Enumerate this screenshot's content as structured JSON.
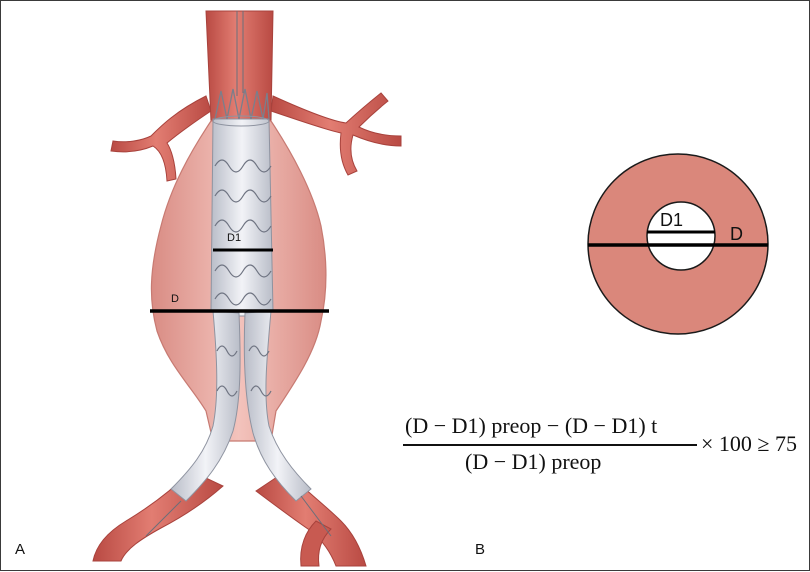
{
  "panels": {
    "a_label": "A",
    "b_label": "B"
  },
  "illustration": {
    "d1_label": "D1",
    "d_label": "D"
  },
  "cross_section": {
    "d1_label": "D1",
    "d_label": "D"
  },
  "formula": {
    "numerator": "(D − D1) preop − (D − D1) t",
    "denominator": "(D − D1) preop",
    "rhs": "× 100 ≥ 75"
  },
  "colors": {
    "vessel": "#d9665c",
    "aneurysm": "#eaa8a0",
    "stent": "#dcdfe6",
    "ring": "#da877b",
    "line": "#000000"
  }
}
